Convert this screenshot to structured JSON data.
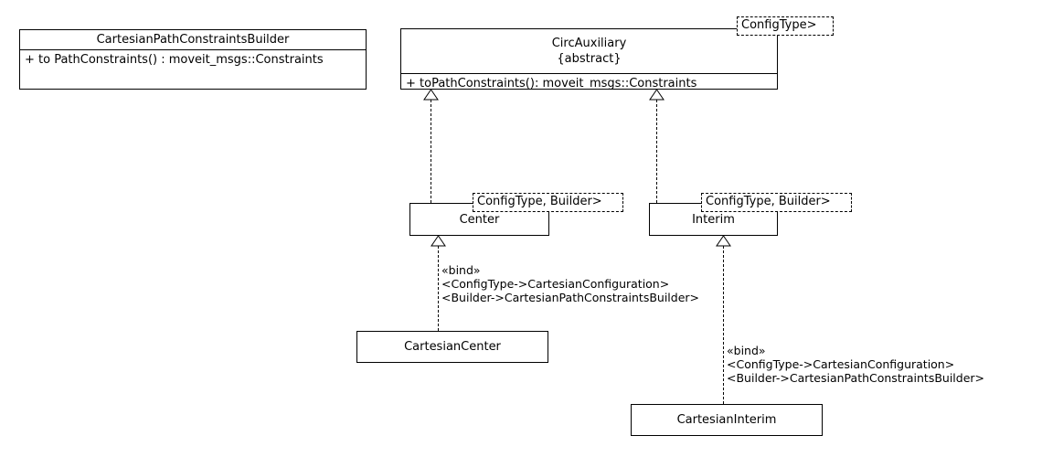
{
  "diagram": {
    "title": "UML class diagram",
    "background_color": "#ffffff",
    "line_color": "#000000",
    "text_color": "#000000"
  },
  "classes": {
    "builder": {
      "name": "CartesianPathConstraintsBuilder",
      "operation": "+ to PathConstraints() : moveit_msgs::Constraints"
    },
    "circ_auxiliary": {
      "name": "CircAuxiliary",
      "stereotype": "{abstract}",
      "template_params": "ConfigType>",
      "operation": "+ toPathConstraints(): moveit_msgs::Constraints"
    },
    "center": {
      "name": "Center",
      "template_params": "ConfigType, Builder>"
    },
    "interim": {
      "name": "Interim",
      "template_params": "ConfigType, Builder>"
    },
    "cartesian_center": {
      "name": "CartesianCenter"
    },
    "cartesian_interim": {
      "name": "CartesianInterim"
    }
  },
  "bindings": {
    "center_bind": {
      "stereotype": "«bind»",
      "line1": "<ConfigType->CartesianConfiguration>",
      "line2": "<Builder->CartesianPathConstraintsBuilder>"
    },
    "interim_bind": {
      "stereotype": "«bind»",
      "line1": "<ConfigType->CartesianConfiguration>",
      "line2": "<Builder->CartesianPathConstraintsBuilder>"
    }
  },
  "relationships": [
    {
      "name": "center-realizes-circauxiliary",
      "type": "realization",
      "from": "Center",
      "to": "CircAuxiliary"
    },
    {
      "name": "interim-realizes-circauxiliary",
      "type": "realization",
      "from": "Interim",
      "to": "CircAuxiliary"
    },
    {
      "name": "cartesiancenter-binds-center",
      "type": "bind",
      "from": "CartesianCenter",
      "to": "Center"
    },
    {
      "name": "cartesianinterim-binds-interim",
      "type": "bind",
      "from": "CartesianInterim",
      "to": "Interim"
    }
  ]
}
